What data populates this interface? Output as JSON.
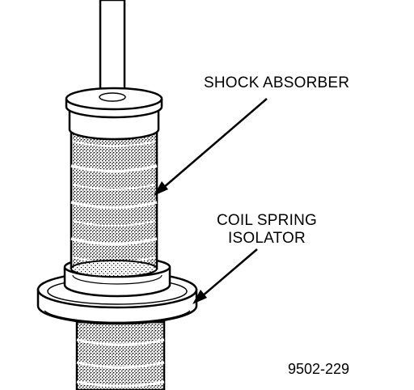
{
  "diagram": {
    "labels": {
      "shock_absorber": "SHOCK ABSORBER",
      "isolator_line1": "COIL SPRING",
      "isolator_line2": "ISOLATOR"
    },
    "figure_number": "9502-229",
    "colors": {
      "ink": "#000000",
      "paper": "#ffffff"
    }
  }
}
